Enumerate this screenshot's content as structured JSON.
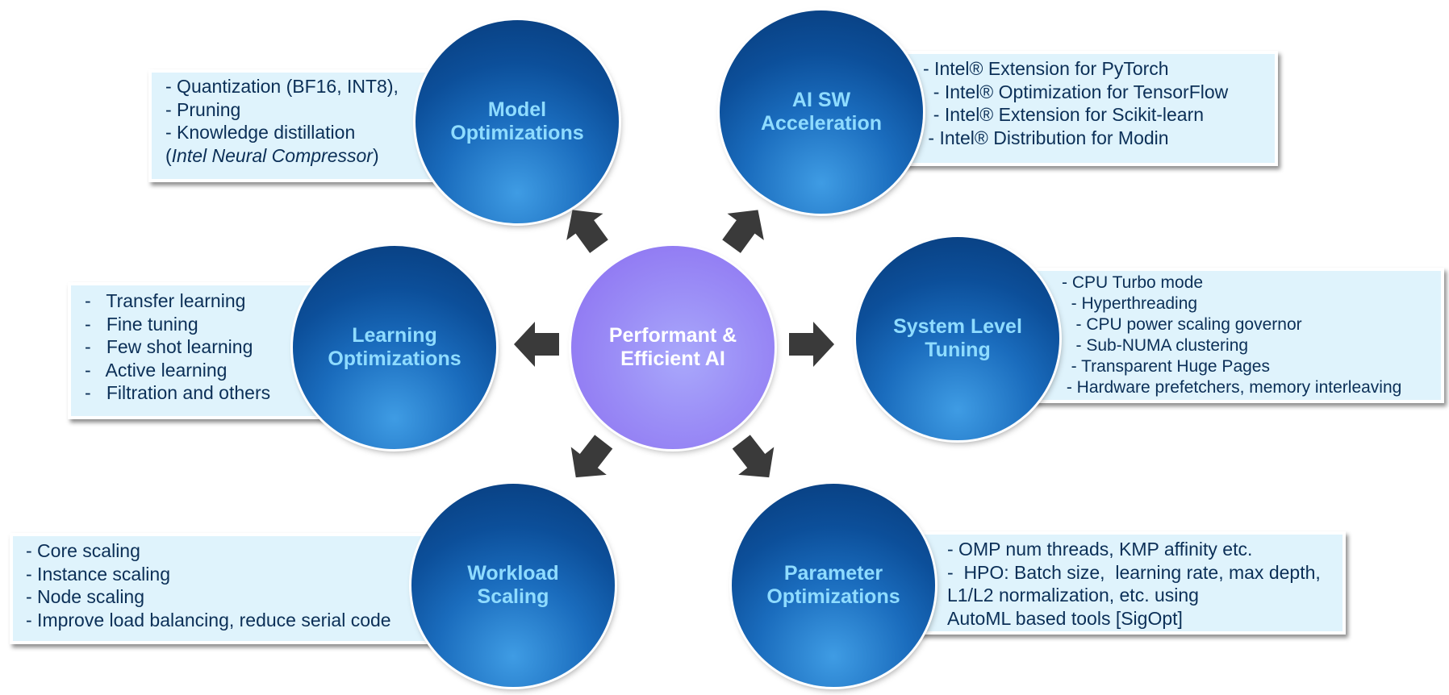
{
  "center": {
    "line1": "Performant &",
    "line2": "Efficient AI"
  },
  "nodes": {
    "model": {
      "title1": "Model",
      "title2": "Optimizations",
      "items": [
        "- Quantization (BF16, INT8),",
        "- Pruning",
        "- Knowledge distillation"
      ],
      "note_open": "(",
      "note_italic": "Intel Neural Compressor",
      "note_close": ")"
    },
    "aisw": {
      "title1": "AI SW",
      "title2": "Acceleration",
      "items": [
        "- Intel® Extension for PyTorch",
        "  - Intel® Optimization for TensorFlow",
        "  - Intel® Extension for Scikit-learn",
        " - Intel® Distribution for Modin"
      ]
    },
    "learning": {
      "title1": "Learning",
      "title2": "Optimizations",
      "items": [
        "-   Transfer learning",
        "-   Fine tuning",
        "-   Few shot learning",
        "-   Active learning",
        "-   Filtration and others"
      ]
    },
    "system": {
      "title1": "System Level",
      "title2": "Tuning",
      "items": [
        "- CPU Turbo mode",
        "  - Hyperthreading",
        "   - CPU power scaling governor",
        "   - Sub-NUMA clustering",
        "  - Transparent Huge Pages",
        " - Hardware prefetchers, memory interleaving"
      ]
    },
    "workload": {
      "title1": "Workload",
      "title2": "Scaling",
      "items": [
        "- Core scaling",
        "- Instance scaling",
        "- Node scaling",
        "- Improve load balancing, reduce serial code"
      ]
    },
    "parameter": {
      "title1": "Parameter",
      "title2": "Optimizations",
      "items": [
        "- OMP num threads, KMP affinity etc.",
        "-  HPO: Batch size,  learning rate, max depth,",
        "L1/L2 normalization, etc. using",
        "AutoML based tools [SigOpt]"
      ]
    }
  },
  "colors": {
    "node_text": "#8fdcff",
    "box_bg": "#dff3fc",
    "box_text": "#0b2f57",
    "center": "#9a8cf6",
    "arrow": "#3a3a3a"
  }
}
